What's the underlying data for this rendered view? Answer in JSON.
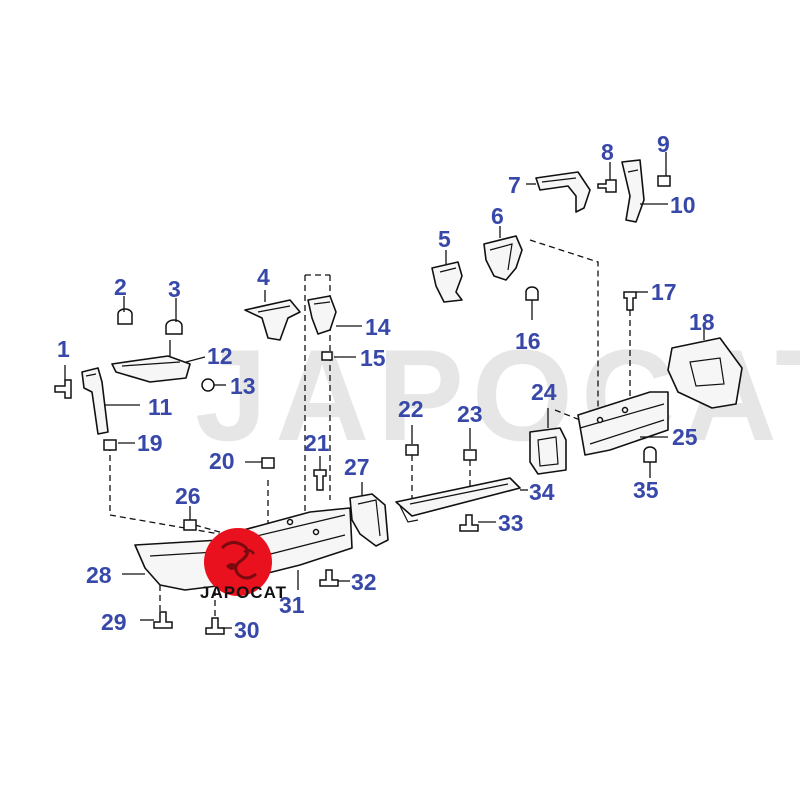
{
  "watermark": "JAPOCAT",
  "logo": {
    "text": "JAPOCAT",
    "color": "#e8111d"
  },
  "label_color": "#3848a8",
  "callouts": [
    "1",
    "2",
    "3",
    "4",
    "5",
    "6",
    "7",
    "8",
    "9",
    "10",
    "11",
    "12",
    "13",
    "14",
    "15",
    "16",
    "17",
    "18",
    "19",
    "20",
    "21",
    "22",
    "23",
    "24",
    "25",
    "26",
    "27",
    "28",
    "29",
    "30",
    "31",
    "32",
    "33",
    "34",
    "35"
  ]
}
